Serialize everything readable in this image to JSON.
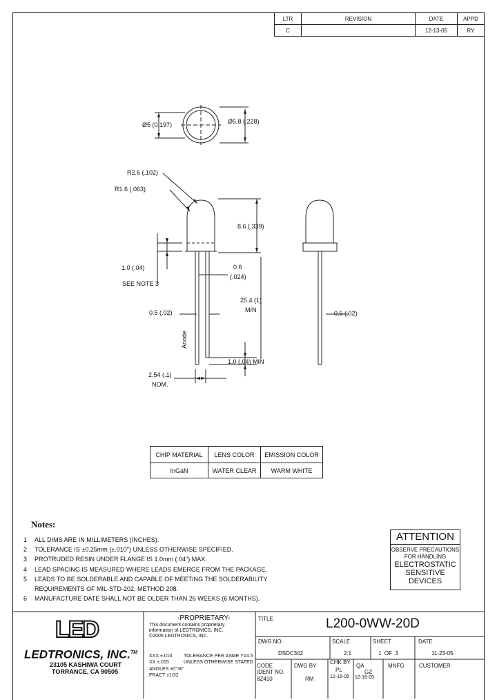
{
  "revision_table": {
    "headers": [
      "LTR",
      "REVISION",
      "DATE",
      "APPD"
    ],
    "row": [
      "C",
      "",
      "12-13-05",
      "RY"
    ]
  },
  "dims": {
    "top_view_left": "Ø5 (0.197)",
    "top_view_right": "Ø5.8 (.228)",
    "r_outer": "R2.6 (.102)",
    "r_inner": "R1.6 (.063)",
    "height": "8.6 (.339)",
    "flange_height": "1.0 (.04)",
    "see_note": "SEE NOTE 3",
    "lead_width": "0.6",
    "lead_width_in": "(.024)",
    "lead_length": "25.4 (1)",
    "lead_length_min": "MIN",
    "lead_step": "0.5 (.02)",
    "anode": "Anode",
    "lead_min": "1.0 (.04) MIN",
    "spacing": "2.54 (.1)",
    "spacing_nom": "NOM.",
    "side_lead_step": "0.5 (.02)"
  },
  "spec_table": {
    "headers": [
      "CHIP MATERIAL",
      "LENS COLOR",
      "EMISSION COLOR"
    ],
    "values": [
      "InGaN",
      "WATER CLEAR",
      "WARM WHITE"
    ]
  },
  "notes": {
    "title": "Notes:",
    "items": [
      {
        "num": "1",
        "text": "ALL DIMS ARE IN MILLIMETERS (INCHES)."
      },
      {
        "num": "2",
        "text": "TOLERANCE IS ±0.25mm (±.010\") UNLESS OTHERWISE SPECIFIED."
      },
      {
        "num": "3",
        "text": "PROTRUDED RESIN UNDER FLANGE IS 1.0mm (.04\") MAX."
      },
      {
        "num": "4",
        "text": "LEAD SPACING IS MEASURED WHERE LEADS EMERGE FROM THE PACKAGE."
      },
      {
        "num": "5",
        "text": "LEADS TO BE SOLDERABLE AND CAPABLE OF MEETING THE SOLDERABILITY"
      },
      {
        "num": "",
        "text": "REQUIREMENTS OF MIL-STD-202, METHOD 208."
      },
      {
        "num": "6",
        "text": "MANUFACTURE DATE SHALL NOT BE OLDER THAN 26 WEEKS (6 MONTHS)."
      }
    ]
  },
  "attention": {
    "title": "ATTENTION",
    "line1": "OBSERVE PRECAUTIONS",
    "line2": "FOR HANDLING",
    "line3": "ELECTROSTATIC",
    "line4": "SENSITIVE",
    "line5": "DEVICES"
  },
  "company": {
    "logo": "LED",
    "name": "LEDTRONICS, INC.",
    "tm": "TM",
    "address1": "23105 KASHIWA COURT",
    "address2": "TORRANCE, CA 90505"
  },
  "proprietary": {
    "title": "-PROPRIETARY-",
    "line1": "This document contains proprietary",
    "line2": "information of LEDTRONICS, INC.",
    "line3": "©2005 LEDTRONICS, INC.",
    "tol1": "XXX ±.010",
    "tol2": "XX ±.015",
    "tol3": "ANGLES ±0°30'",
    "tol4": "FRACT ±1/32",
    "note1": "TOLERANCE PER ASME Y14.5",
    "note2": "UNLESS OTHERWISE STATED"
  },
  "title_block": {
    "title_label": "TITLE",
    "title": "L200-0WW-20D",
    "dwg_no_label": "DWG NO",
    "dwg_no": "DSDC302",
    "scale_label": "SCALE",
    "scale": "2:1",
    "sheet_label": "SHEET",
    "sheet": "1  OF  3",
    "date_label": "DATE",
    "date": "11-23-05",
    "code_label": "CODE",
    "ident_label": "IDENT NO.",
    "code": "8Z410",
    "dwg_by_label": "DWG BY",
    "dwg_by": "RM",
    "chk_by_label": "CHK BY",
    "chk_by": "PL",
    "chk_date": "12-16-05",
    "qa_label": "QA",
    "qa": "GZ",
    "qa_date": "12-16-05",
    "mnfg_label": "MNFG",
    "customer_label": "CUSTOMER"
  }
}
